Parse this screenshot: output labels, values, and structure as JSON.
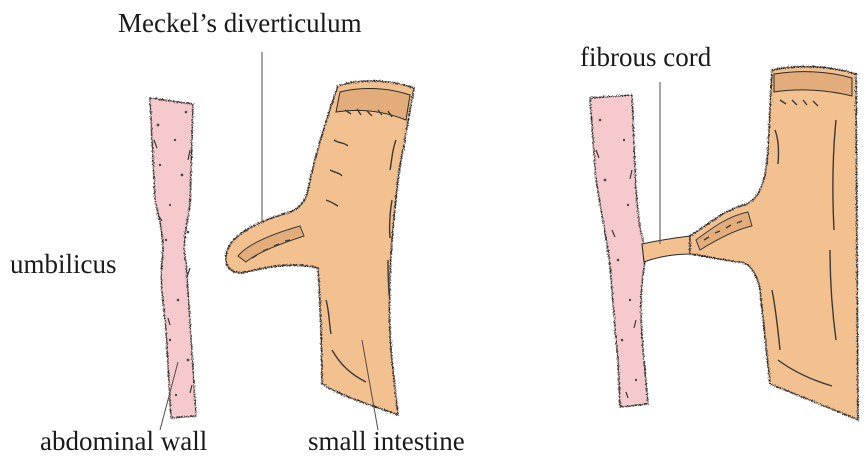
{
  "labels": {
    "meckels_diverticulum": "Meckel’s diverticulum",
    "fibrous_cord": "fibrous cord",
    "umbilicus": "umbilicus",
    "abdominal_wall": "abdominal wall",
    "small_intestine": "small intestine"
  },
  "colors": {
    "abdominal_wall_fill": "#f6c9cc",
    "intestine_fill": "#f3c08f",
    "intestine_wall_fill": "#e3ad7b",
    "outline": "#2b2b2b",
    "leader_line": "#5a4a4a",
    "texture_dark": "#3a3a3a"
  },
  "panels": [
    "meckels-diverticulum-panel",
    "fibrous-cord-panel"
  ]
}
